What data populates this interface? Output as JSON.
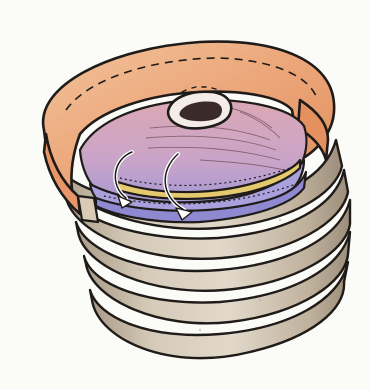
{
  "illustration": {
    "colors": {
      "background": "#fbfbf8",
      "ink": "#1e1b18",
      "lid_orange": "#eca679",
      "lid_orange_light": "#f2c39c",
      "inner_pink": "#d8a1ac",
      "inner_violet": "#b6a6db",
      "inner_blue": "#9b95d6",
      "yellow_band": "#e5c96f",
      "band_grey": "#c4b8a6",
      "band_light": "#ddd3c4",
      "band_shadow": "#a89a86"
    },
    "parts": [
      "orange-lid-rim",
      "pink-inner-layer",
      "violet-inner-layer",
      "yellow-band",
      "central-opening",
      "curved-flow-arrows",
      "stacked-grey-rings"
    ]
  }
}
